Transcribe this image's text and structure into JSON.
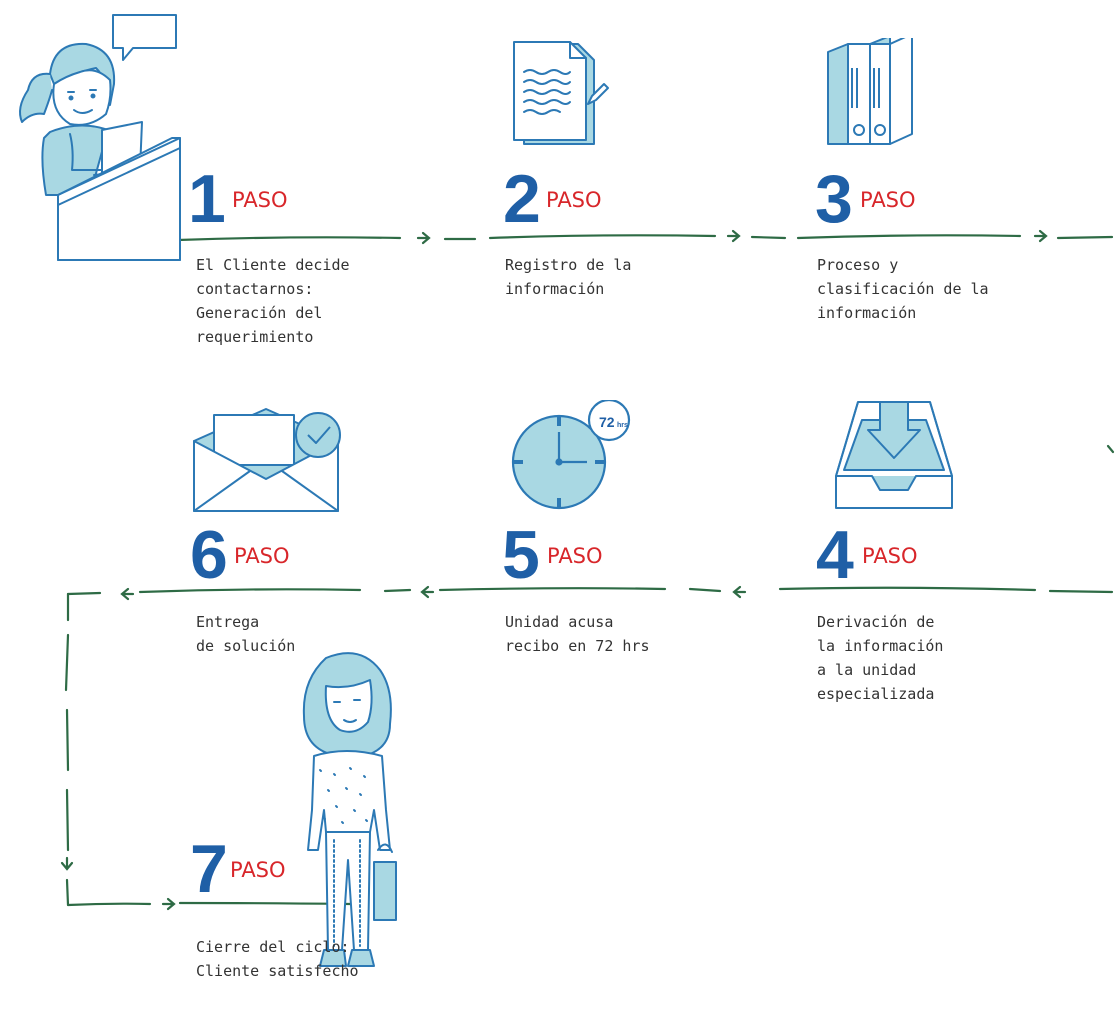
{
  "colors": {
    "accent_blue": "#1f5fa6",
    "label_red": "#d8262a",
    "flow_green": "#2e6b45",
    "icon_blue": "#2c79b5",
    "icon_fill": "#a9d8e3"
  },
  "steps": [
    {
      "number": "1",
      "word": "PASO",
      "description": "El Cliente decide\ncontactarnos:\nGeneración del\nrequerimiento",
      "icon": "person-at-laptop-icon"
    },
    {
      "number": "2",
      "word": "PASO",
      "description": "Registro de la\ninformación",
      "icon": "document-pencil-icon"
    },
    {
      "number": "3",
      "word": "PASO",
      "description": "Proceso y\nclasificación de la\ninformación",
      "icon": "binders-icon"
    },
    {
      "number": "4",
      "word": "PASO",
      "description": "Derivación de\nla información\na la unidad\nespecializada",
      "icon": "inbox-tray-icon"
    },
    {
      "number": "5",
      "word": "PASO",
      "description": "Unidad acusa\nrecibo en 72 hrs",
      "icon": "clock-icon"
    },
    {
      "number": "6",
      "word": "PASO",
      "description": "Entrega\nde solución",
      "icon": "envelope-check-icon"
    },
    {
      "number": "7",
      "word": "PASO",
      "description": "Cierre del ciclo:\nCliente satisfecho",
      "icon": "satisfied-customer-icon"
    }
  ],
  "clock_badge": {
    "value": "72",
    "unit": "hrs"
  }
}
